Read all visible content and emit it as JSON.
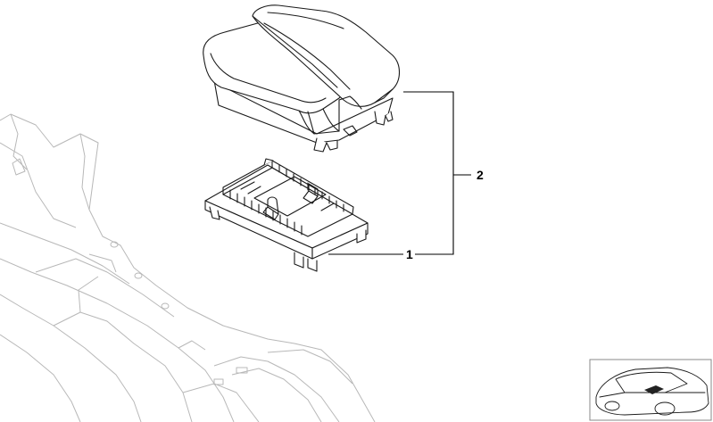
{
  "callouts": [
    {
      "id": "1",
      "label": "1"
    },
    {
      "id": "2",
      "label": "2"
    }
  ],
  "colors": {
    "line": "#1a1a1a",
    "background_part": "#b8b8b8",
    "thumbnail_border": "#8a8a8a"
  }
}
